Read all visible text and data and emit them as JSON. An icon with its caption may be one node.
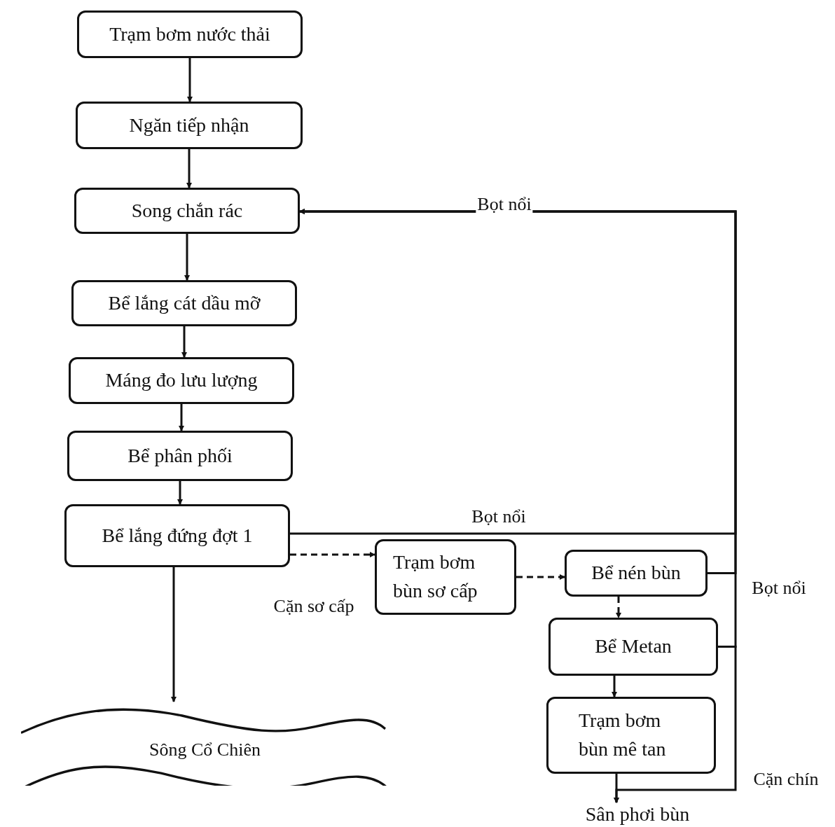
{
  "diagram": {
    "nodes": [
      {
        "text": [
          "Trạm bơm nước thải"
        ]
      },
      {
        "text": [
          "Ngăn tiếp nhận"
        ]
      },
      {
        "text": [
          "Song chắn rác"
        ]
      },
      {
        "text": [
          "Bể lắng cát dầu mỡ"
        ]
      },
      {
        "text": [
          "Máng đo lưu lượng"
        ]
      },
      {
        "text": [
          "Bể phân phối"
        ]
      },
      {
        "text": [
          "Bể lắng đứng đợt 1"
        ]
      },
      {
        "text": [
          "Trạm bơm bùn sơ cấp"
        ]
      },
      {
        "text": [
          "Bể nén bùn"
        ]
      },
      {
        "text": [
          "Bể Metan"
        ]
      },
      {
        "text": [
          "Trạm bơm bùn mê tan"
        ]
      },
      {
        "text": [
          "Sông Cổ Chiên"
        ]
      },
      {
        "text": [
          "Sân phơi bùn"
        ]
      }
    ],
    "edges": [
      {
        "from": 0,
        "to": 1,
        "arrow": "to"
      },
      {
        "from": 1,
        "to": 2,
        "arrow": "to"
      },
      {
        "from": 2,
        "to": 3,
        "arrow": "to"
      },
      {
        "from": 3,
        "to": 4,
        "arrow": "to"
      },
      {
        "from": 4,
        "to": 5,
        "arrow": "to"
      },
      {
        "from": 5,
        "to": 6,
        "arrow": "to"
      },
      {
        "from": 6,
        "to": 11,
        "arrow": "to"
      },
      {
        "from": 6,
        "to": 7,
        "arrow": "to",
        "style": "dashed",
        "label": "Cặn sơ cấp"
      },
      {
        "from": 7,
        "to": 8,
        "arrow": "to",
        "style": "dashed"
      },
      {
        "from": 8,
        "to": 9,
        "arrow": "to",
        "style": "dashed"
      },
      {
        "from": 9,
        "to": 10,
        "arrow": "to"
      },
      {
        "from": 10,
        "to": 12,
        "arrow": "to"
      },
      {
        "from": 6,
        "to": 2,
        "arrow": "to",
        "label": "Bọt nổi"
      },
      {
        "from": 8,
        "to": 2,
        "arrow": "to",
        "label": "Bọt nổi"
      },
      {
        "from": 9,
        "to": 2,
        "arrow": "to",
        "label": "Bọt nổi"
      },
      {
        "from": 9,
        "to": 12,
        "arrow": "to",
        "label": "Cặn chín"
      }
    ]
  }
}
